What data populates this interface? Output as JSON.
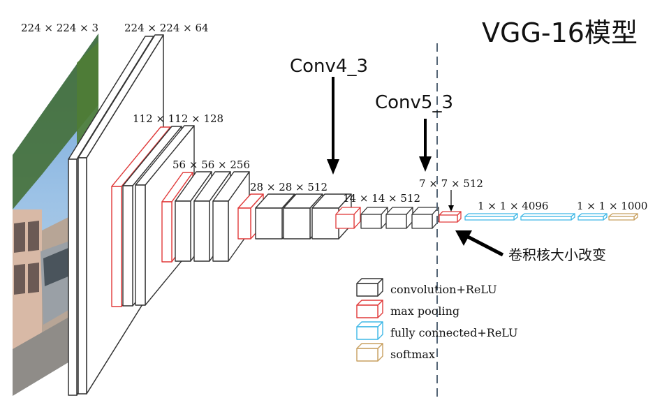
{
  "title": "VGG-16模型",
  "dims": {
    "input": "224 × 224 × 3",
    "conv1": "224 × 224 × 64",
    "conv2": "112 × 112 × 128",
    "conv3": "56 × 56 × 256",
    "conv4": "28 × 28 × 512",
    "conv5": "14 × 14 × 512",
    "pool5": "7 × 7 × 512",
    "fc1": "1 × 1 × 4096",
    "fc2": "1 × 1 × 1000"
  },
  "labels": {
    "conv4_3": "Conv4_3",
    "conv5_3": "Conv5_3",
    "kernel_change": "卷积核大小改变"
  },
  "legend": [
    {
      "label": "convolution+ReLU",
      "color": "#333333"
    },
    {
      "label": "max pooling",
      "color": "#e03a3a"
    },
    {
      "label": "fully connected+ReLU",
      "color": "#3fb8e6"
    },
    {
      "label": "softmax",
      "color": "#c8a060"
    }
  ],
  "colors": {
    "conv": "#333333",
    "pool": "#e03a3a",
    "fc": "#3fb8e6",
    "softmax": "#c8a060",
    "divider": "#556677"
  }
}
